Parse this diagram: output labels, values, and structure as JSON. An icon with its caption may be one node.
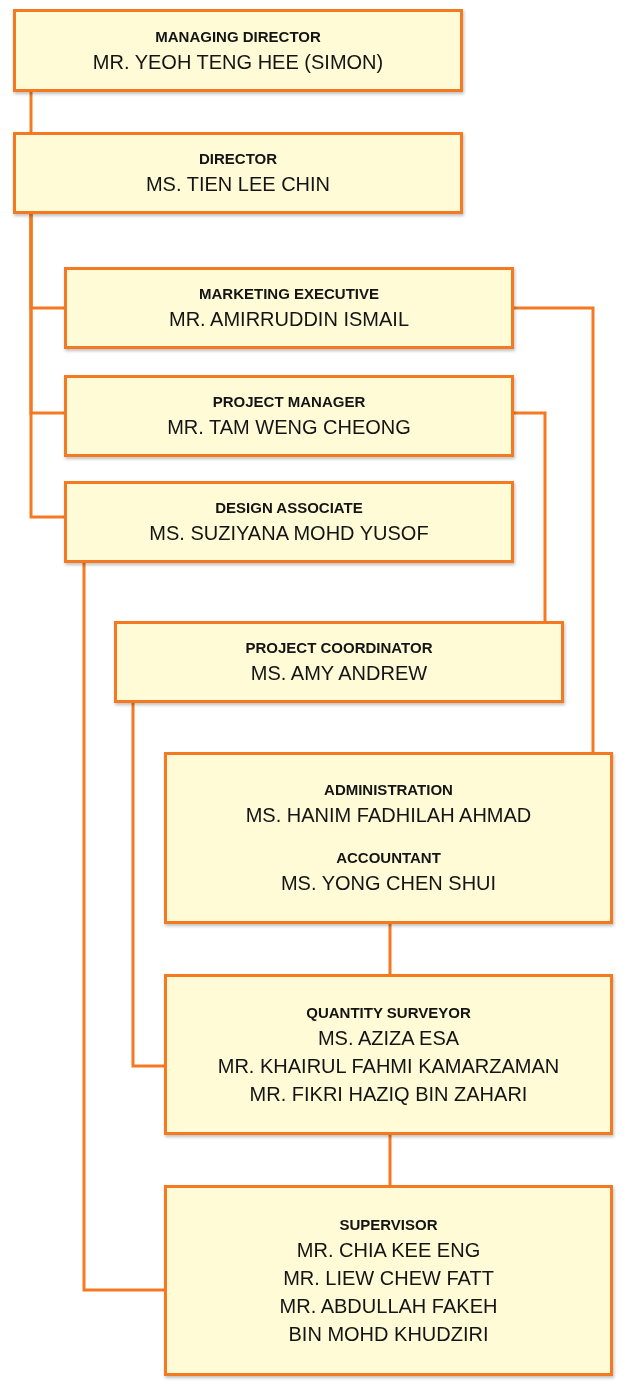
{
  "diagram": {
    "nodes": [
      {
        "text": [
          "MANAGING DIRECTOR",
          "MR. YEOH TENG HEE (SIMON)"
        ]
      },
      {
        "text": [
          "DIRECTOR",
          "MS. TIEN LEE CHIN"
        ]
      },
      {
        "text": [
          "MARKETING EXECUTIVE",
          "MR. AMIRRUDDIN ISMAIL"
        ]
      },
      {
        "text": [
          "PROJECT MANAGER",
          "MR. TAM WENG CHEONG"
        ]
      },
      {
        "text": [
          "DESIGN ASSOCIATE",
          "MS. SUZIYANA MOHD YUSOF"
        ]
      },
      {
        "text": [
          "PROJECT COORDINATOR",
          "MS. AMY ANDREW"
        ]
      },
      {
        "text": [
          "ADMINISTRATION",
          "MS. HANIM FADHILAH AHMAD",
          "ACCOUNTANT",
          "MS. YONG CHEN SHUI"
        ]
      },
      {
        "text": [
          "QUANTITY SURVEYOR",
          "MS. AZIZA ESA",
          "MR. KHAIRUL FAHMI KAMARZAMAN",
          "MR. FIKRI HAZIQ BIN ZAHARI"
        ]
      },
      {
        "text": [
          "SUPERVISOR",
          "MR. CHIA KEE ENG",
          "MR. LIEW CHEW FATT",
          "MR. ABDULLAH FAKEH BIN MOHD KHUDZIRI"
        ]
      }
    ],
    "edges": [
      {
        "from": 0,
        "to": 1,
        "arrow": "none"
      },
      {
        "from": 1,
        "to": 2,
        "arrow": "none"
      },
      {
        "from": 1,
        "to": 3,
        "arrow": "none"
      },
      {
        "from": 1,
        "to": 4,
        "arrow": "none"
      },
      {
        "from": 2,
        "to": 6,
        "arrow": "none"
      },
      {
        "from": 3,
        "to": 5,
        "arrow": "none"
      },
      {
        "from": 4,
        "to": 8,
        "arrow": "none"
      },
      {
        "from": 5,
        "to": 7,
        "arrow": "none"
      },
      {
        "from": 6,
        "to": 7,
        "arrow": "none"
      },
      {
        "from": 7,
        "to": 8,
        "arrow": "none"
      }
    ]
  }
}
